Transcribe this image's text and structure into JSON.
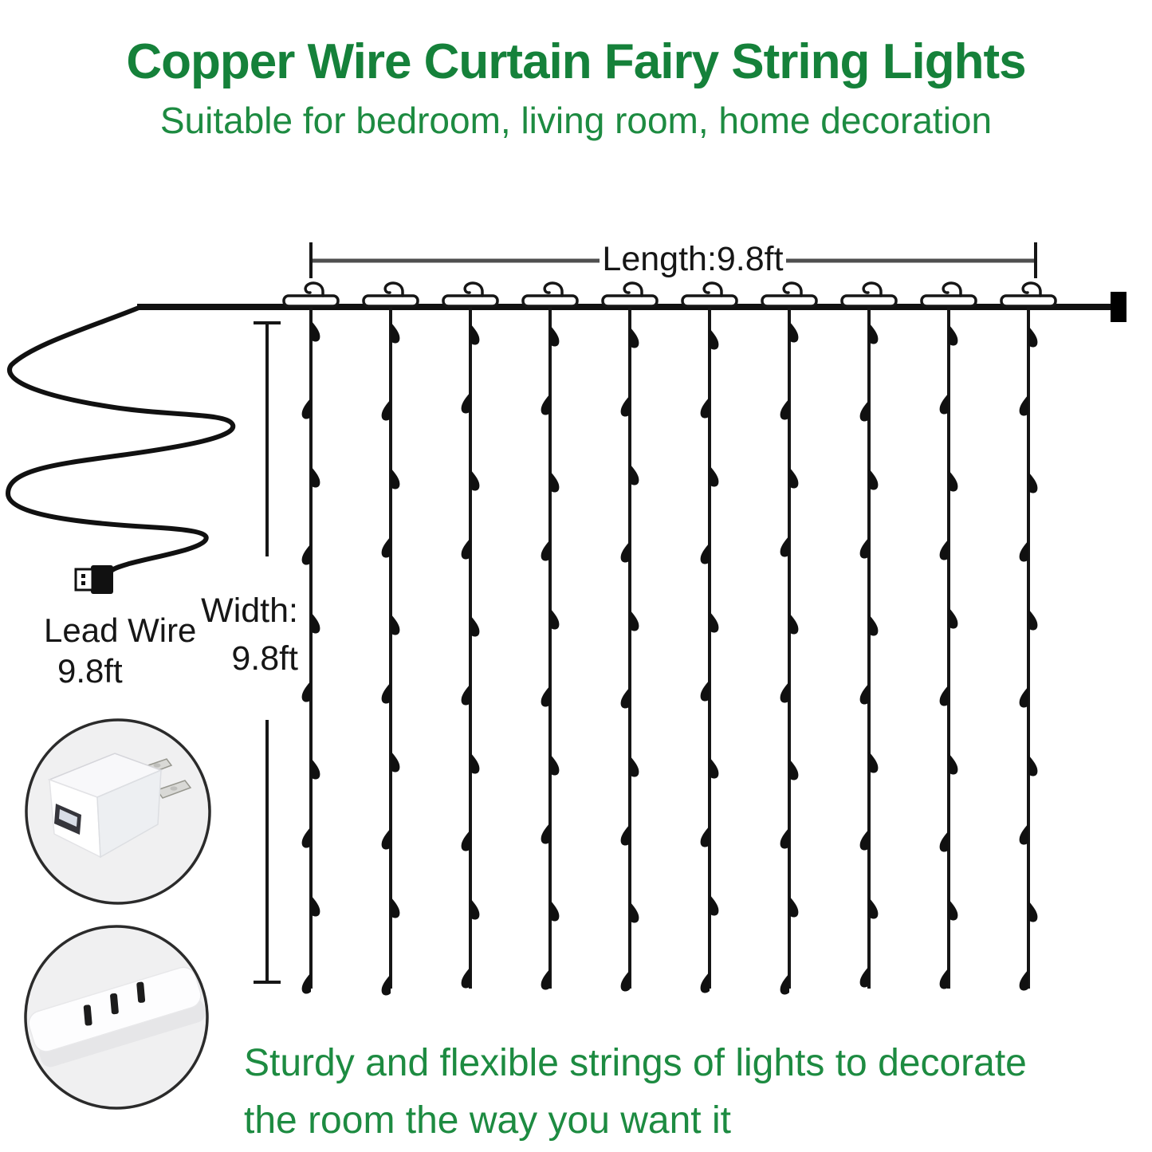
{
  "header": {
    "title": "Copper Wire Curtain Fairy String Lights",
    "subtitle": "Suitable for bedroom, living room, home decoration"
  },
  "diagram": {
    "length_label": "Length:9.8ft",
    "width_label_line1": "Width:",
    "width_label_line2": "9.8ft",
    "lead_wire_label_line1": "Lead Wire",
    "lead_wire_label_line2": "9.8ft",
    "hooks_count": 10,
    "strings_count": 10,
    "leds_per_string": 10,
    "icons": {
      "usb_plug": "usb-plug-icon",
      "wire_end_cap": "wire-end-cap",
      "power_adapter_photo": "usb-power-adapter-photo",
      "power_strip_photo": "power-strip-photo"
    }
  },
  "footer": {
    "line1": "Sturdy and flexible strings of lights to decorate",
    "line2": "the room the way you want it"
  },
  "colors": {
    "title_green": "#15813a",
    "text_green": "#1d8b41",
    "diagram_black": "#161616",
    "dim_line_gray": "#4f4f4f"
  }
}
